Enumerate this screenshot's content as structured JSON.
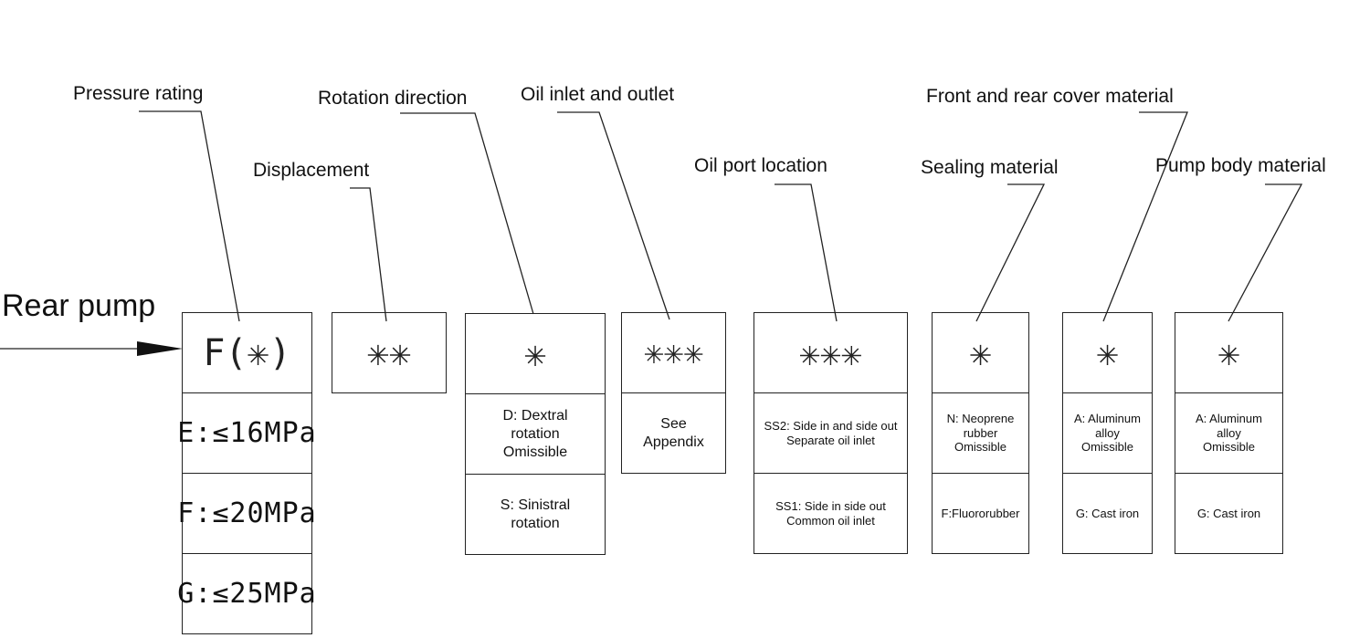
{
  "title": "Rear pump",
  "callouts": {
    "pressure": "Pressure rating",
    "displacement": "Displacement",
    "rotation": "Rotation direction",
    "oil_inlet": "Oil inlet and outlet",
    "port_location": "Oil port location",
    "sealing": "Sealing material",
    "cover": "Front and rear cover material",
    "body": "Pump body material"
  },
  "codes": {
    "pressure": "F(✳)",
    "displacement": "✳✳",
    "rotation": "✳",
    "oil_inlet": "✳✳✳",
    "port_location": "✳✳✳",
    "sealing": "✳",
    "cover": "✳",
    "body": "✳"
  },
  "options": {
    "pressure": [
      "E:≤16MPa",
      "F:≤20MPa",
      "G:≤25MPa"
    ],
    "rotation": [
      "D: Dextral rotation Omissible",
      "S: Sinistral rotation"
    ],
    "oil_inlet": [
      "See Appendix"
    ],
    "port_location": [
      "SS2: Side in and side out Separate oil inlet",
      "SS1: Side in side out Common oil inlet"
    ],
    "sealing": [
      "N: Neoprene rubber Omissible",
      "F:Fluororubber"
    ],
    "cover": [
      "A: Aluminum alloy Omissible",
      "G: Cast iron"
    ],
    "body": [
      "A: Aluminum alloy Omissible",
      "G: Cast iron"
    ]
  }
}
